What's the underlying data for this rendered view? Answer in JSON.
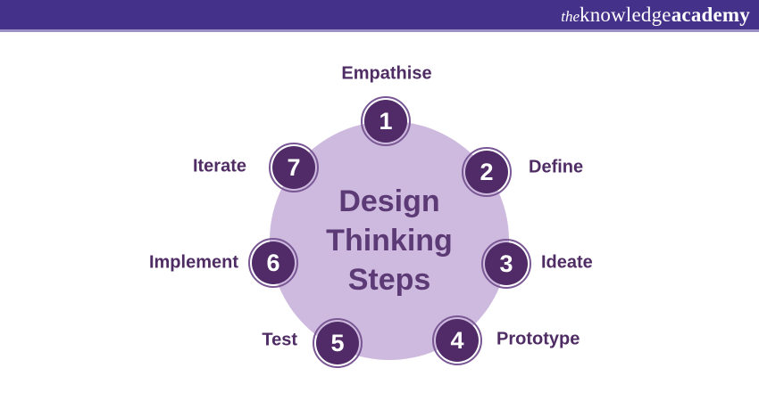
{
  "header": {
    "logo": {
      "the": "the",
      "knowledge": "knowledge",
      "academy": "academy"
    }
  },
  "diagram": {
    "title": "Design Thinking Steps",
    "steps": [
      {
        "number": "1",
        "label": "Empathise"
      },
      {
        "number": "2",
        "label": "Define"
      },
      {
        "number": "3",
        "label": "Ideate"
      },
      {
        "number": "4",
        "label": "Prototype"
      },
      {
        "number": "5",
        "label": "Test"
      },
      {
        "number": "6",
        "label": "Implement"
      },
      {
        "number": "7",
        "label": "Iterate"
      }
    ]
  },
  "colors": {
    "header_bg": "#44318A",
    "header_border": "#9D90C5",
    "logo_text": "#FFFFFF",
    "center_circle": "#CEBADE",
    "step_circle": "#512B68",
    "step_ring": "#7A5795",
    "step_number": "#FFFFFF",
    "title_text": "#5C3A76",
    "label_text": "#4F2C64"
  }
}
